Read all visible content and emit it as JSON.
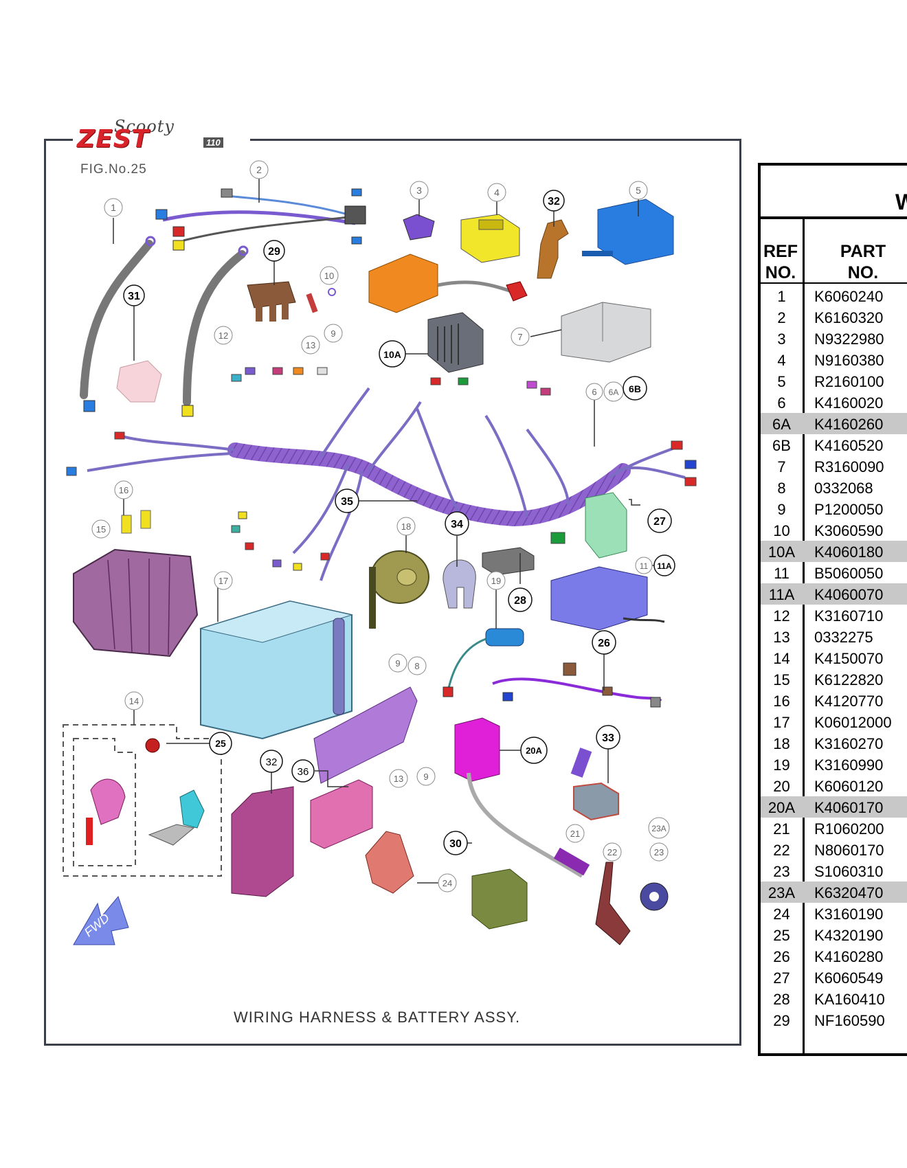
{
  "logo": {
    "brand_script": "Scooty",
    "brand_main": "ZEST",
    "brand_sub": "110"
  },
  "figure": {
    "fig_no": "FIG.No.25",
    "caption": "WIRING HARNESS & BATTERY ASSY.",
    "fwd_label": "FWD",
    "callouts": [
      "1",
      "2",
      "3",
      "4",
      "5",
      "6",
      "6A",
      "6B",
      "7",
      "8",
      "9",
      "10",
      "10A",
      "11",
      "11A",
      "12",
      "13",
      "14",
      "15",
      "16",
      "17",
      "18",
      "19",
      "20A",
      "21",
      "22",
      "23",
      "23A",
      "24",
      "25",
      "26",
      "27",
      "28",
      "29",
      "30",
      "31",
      "32",
      "33",
      "34",
      "35",
      "36"
    ]
  },
  "colors": {
    "harness": "#9a6fd6",
    "battery": "#a8dcef",
    "tray": "#a06aa0",
    "relay_blue": "#2a7de0",
    "cdi_orange": "#f08a20",
    "horn_olive": "#a09a50",
    "highlight_row": "#c8c8c8"
  },
  "table": {
    "title": "W",
    "headers": {
      "ref": "REF\nNO.",
      "part": "PART\nNO."
    },
    "rows": [
      {
        "ref": "1",
        "part": "K6060240",
        "highlight": false
      },
      {
        "ref": "2",
        "part": "K6160320",
        "highlight": false
      },
      {
        "ref": "3",
        "part": "N9322980",
        "highlight": false
      },
      {
        "ref": "4",
        "part": "N9160380",
        "highlight": false
      },
      {
        "ref": "5",
        "part": "R2160100",
        "highlight": false
      },
      {
        "ref": "6",
        "part": "K4160020",
        "highlight": false
      },
      {
        "ref": "6A",
        "part": "K4160260",
        "highlight": true
      },
      {
        "ref": "6B",
        "part": "K4160520",
        "highlight": false
      },
      {
        "ref": "7",
        "part": "R3160090",
        "highlight": false
      },
      {
        "ref": "8",
        "part": "0332068",
        "highlight": false
      },
      {
        "ref": "9",
        "part": "P1200050",
        "highlight": false
      },
      {
        "ref": "10",
        "part": "K3060590",
        "highlight": false
      },
      {
        "ref": "10A",
        "part": "K4060180",
        "highlight": true
      },
      {
        "ref": "11",
        "part": "B5060050",
        "highlight": false
      },
      {
        "ref": "11A",
        "part": "K4060070",
        "highlight": true
      },
      {
        "ref": "12",
        "part": "K3160710",
        "highlight": false
      },
      {
        "ref": "13",
        "part": "0332275",
        "highlight": false
      },
      {
        "ref": "14",
        "part": "K4150070",
        "highlight": false
      },
      {
        "ref": "15",
        "part": "K6122820",
        "highlight": false
      },
      {
        "ref": "16",
        "part": "K4120770",
        "highlight": false
      },
      {
        "ref": "17",
        "part": "K06012000",
        "highlight": false
      },
      {
        "ref": "18",
        "part": "K3160270",
        "highlight": false
      },
      {
        "ref": "19",
        "part": "K3160990",
        "highlight": false
      },
      {
        "ref": "20",
        "part": "K6060120",
        "highlight": false
      },
      {
        "ref": "20A",
        "part": "K4060170",
        "highlight": true
      },
      {
        "ref": "21",
        "part": "R1060200",
        "highlight": false
      },
      {
        "ref": "22",
        "part": "N8060170",
        "highlight": false
      },
      {
        "ref": "23",
        "part": "S1060310",
        "highlight": false
      },
      {
        "ref": "23A",
        "part": "K6320470",
        "highlight": true
      },
      {
        "ref": "24",
        "part": "K3160190",
        "highlight": false
      },
      {
        "ref": "25",
        "part": "K4320190",
        "highlight": false
      },
      {
        "ref": "26",
        "part": "K4160280",
        "highlight": false
      },
      {
        "ref": "27",
        "part": "K6060549",
        "highlight": false
      },
      {
        "ref": "28",
        "part": "KA160410",
        "highlight": false
      },
      {
        "ref": "29",
        "part": "NF160590",
        "highlight": false
      }
    ]
  }
}
